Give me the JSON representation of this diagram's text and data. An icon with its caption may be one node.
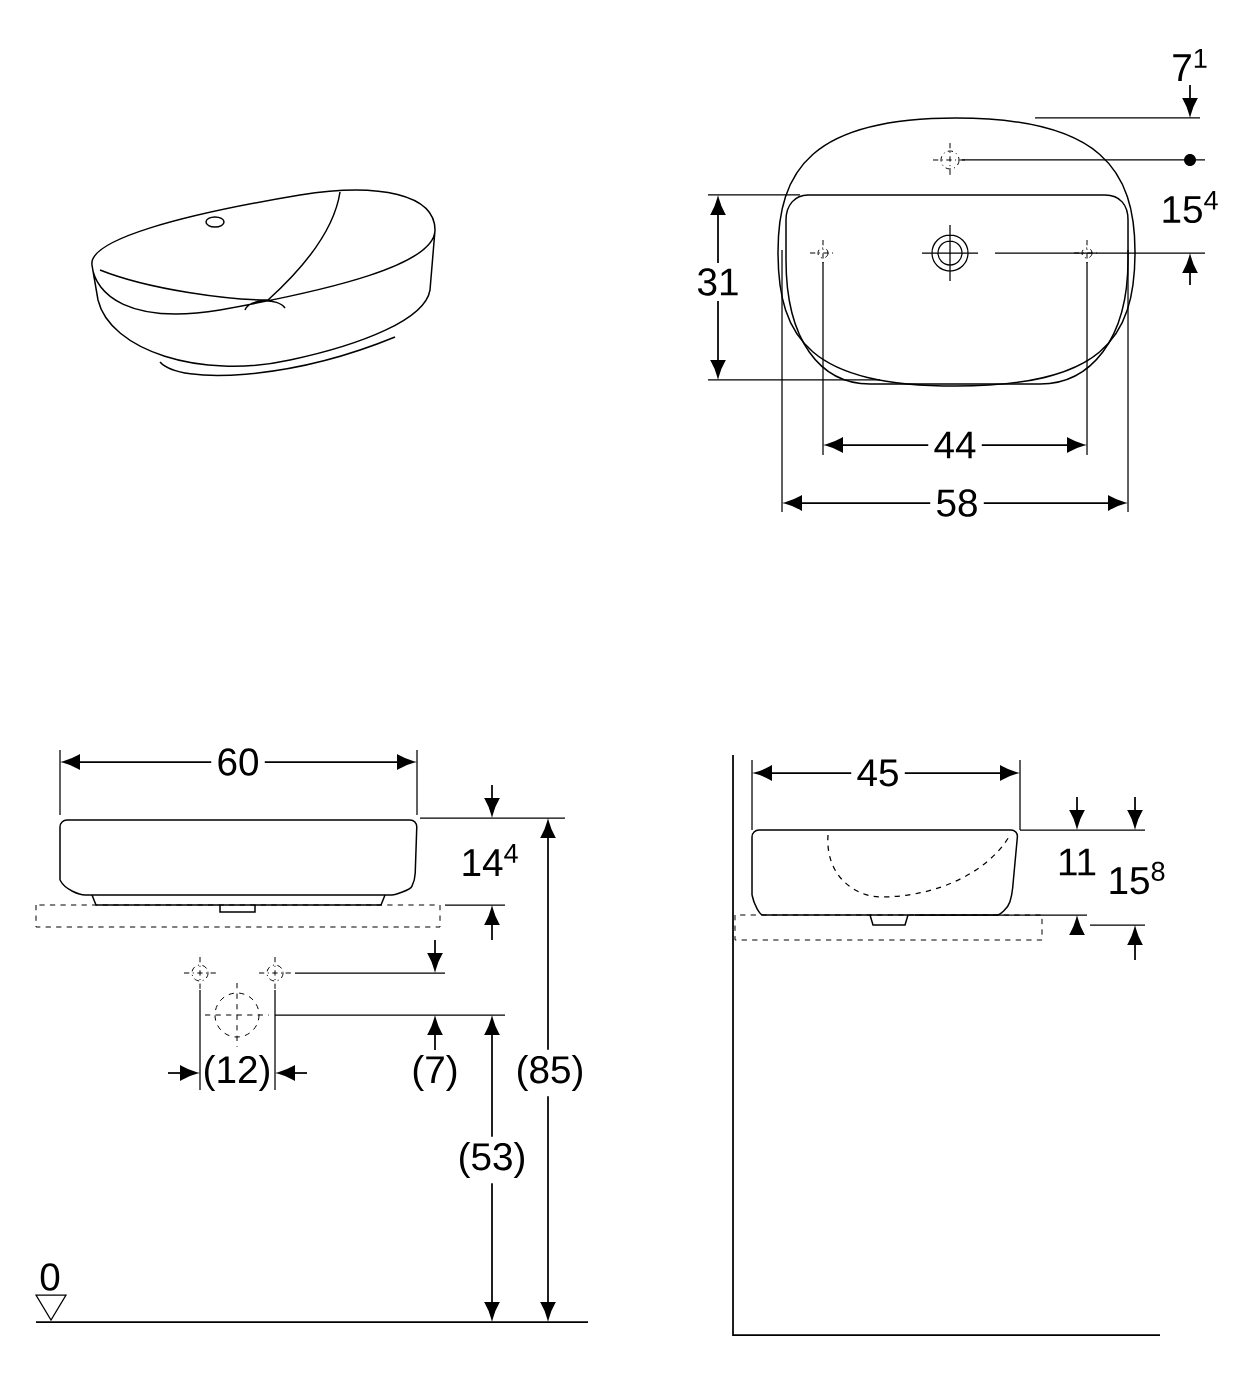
{
  "diagram": {
    "labels": [
      "7$^{1}$",
      "15$^{4}$",
      "31",
      "44",
      "58",
      "60",
      "14$^{4}$",
      "(12)",
      "(7)",
      "(85)",
      "(53)",
      "0",
      "45",
      "11",
      "15$^{8}$"
    ]
  }
}
